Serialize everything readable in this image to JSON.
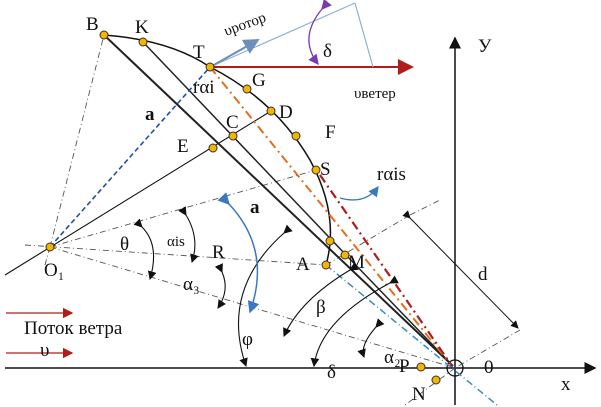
{
  "labels": {
    "B": "B",
    "K": "K",
    "T": "T",
    "G": "G",
    "D": "D",
    "C": "C",
    "E": "E",
    "F": "F",
    "S": "S",
    "A": "A",
    "M": "M",
    "R": "R",
    "O1": "O₁",
    "P": "P",
    "N": "N",
    "origin": "0",
    "x_axis": "x",
    "y_axis": "У",
    "a1": "a",
    "a2": "a",
    "d": "d",
    "r_ai": "rαi",
    "r_ais": "rαis",
    "theta": "θ",
    "alpha_is": "αis",
    "alpha3": "α₃",
    "phi": "φ",
    "beta": "β",
    "delta": "δ",
    "delta_top": "δ",
    "alpha2": "α₂",
    "v_rotor": "υротор",
    "v_wind": "υветер",
    "wind_flow": "Поток ветра",
    "v": "υ"
  },
  "colors": {
    "wind_vector": "#b01c1c",
    "rotor_vector": "#8fb0d8",
    "orange_line": "#e07020",
    "blue_dashed": "#1f4fa8",
    "point": "#f5b400",
    "angle_arc": "#7a3bb0",
    "blue_arc": "#3a78c0"
  }
}
